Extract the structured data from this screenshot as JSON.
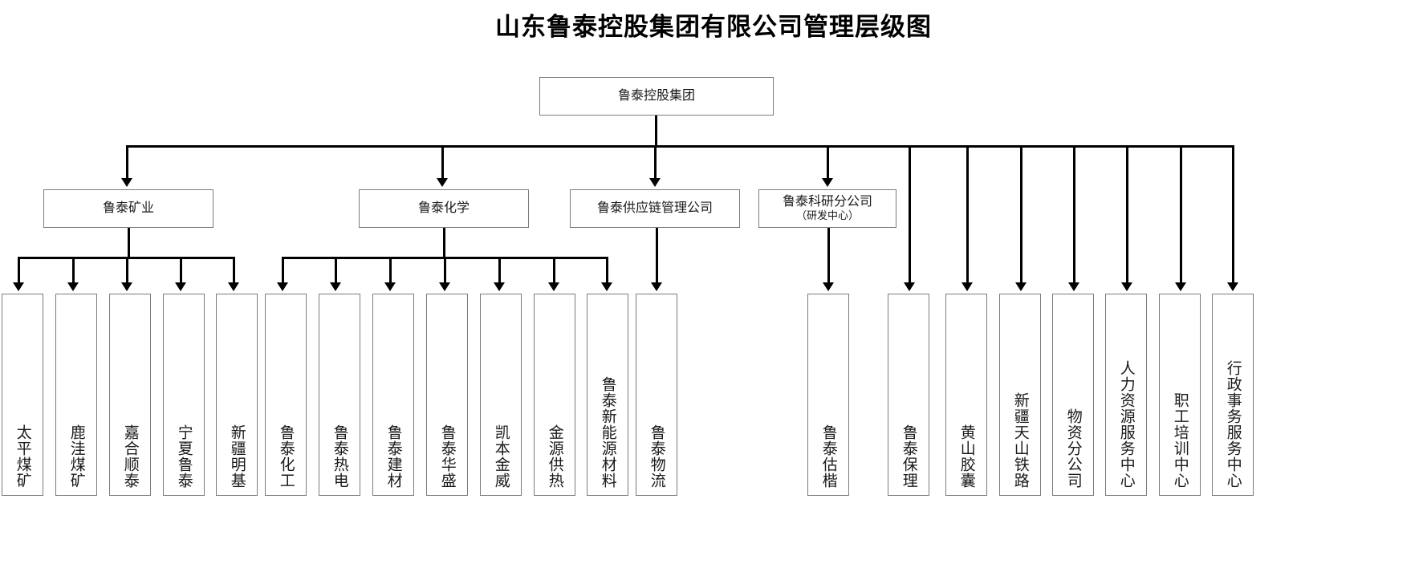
{
  "title": "山东鲁泰控股集团有限公司管理层级图",
  "colors": {
    "background": "#ffffff",
    "box_border": "#7b7b7b",
    "connector": "#000000",
    "text": "#1a1a1a",
    "title_text": "#000000"
  },
  "root": {
    "label": "鲁泰控股集团"
  },
  "divisions": [
    {
      "id": "mining",
      "label": "鲁泰矿业",
      "sub": ""
    },
    {
      "id": "chemistry",
      "label": "鲁泰化学",
      "sub": ""
    },
    {
      "id": "supplychain",
      "label": "鲁泰供应链管理公司",
      "sub": ""
    },
    {
      "id": "research",
      "label": "鲁泰科研分公司",
      "sub": "（研发中心）"
    }
  ],
  "leaves": {
    "mining": [
      "太平煤矿",
      "鹿洼煤矿",
      "嘉合顺泰",
      "宁夏鲁泰",
      "新疆明基"
    ],
    "chemistry": [
      "鲁泰化工",
      "鲁泰热电",
      "鲁泰建材",
      "鲁泰华盛",
      "凯本金威",
      "金源供热",
      "鲁泰新能源材料"
    ],
    "supplychain": [
      "鲁泰物流"
    ],
    "research": [
      "鲁泰估楷"
    ],
    "group_direct": [
      "鲁泰保理",
      "黄山胶囊",
      "新疆天山铁路",
      "物资分公司",
      "人力资源服务中心",
      "职工培训中心",
      "行政事务服务中心"
    ]
  }
}
